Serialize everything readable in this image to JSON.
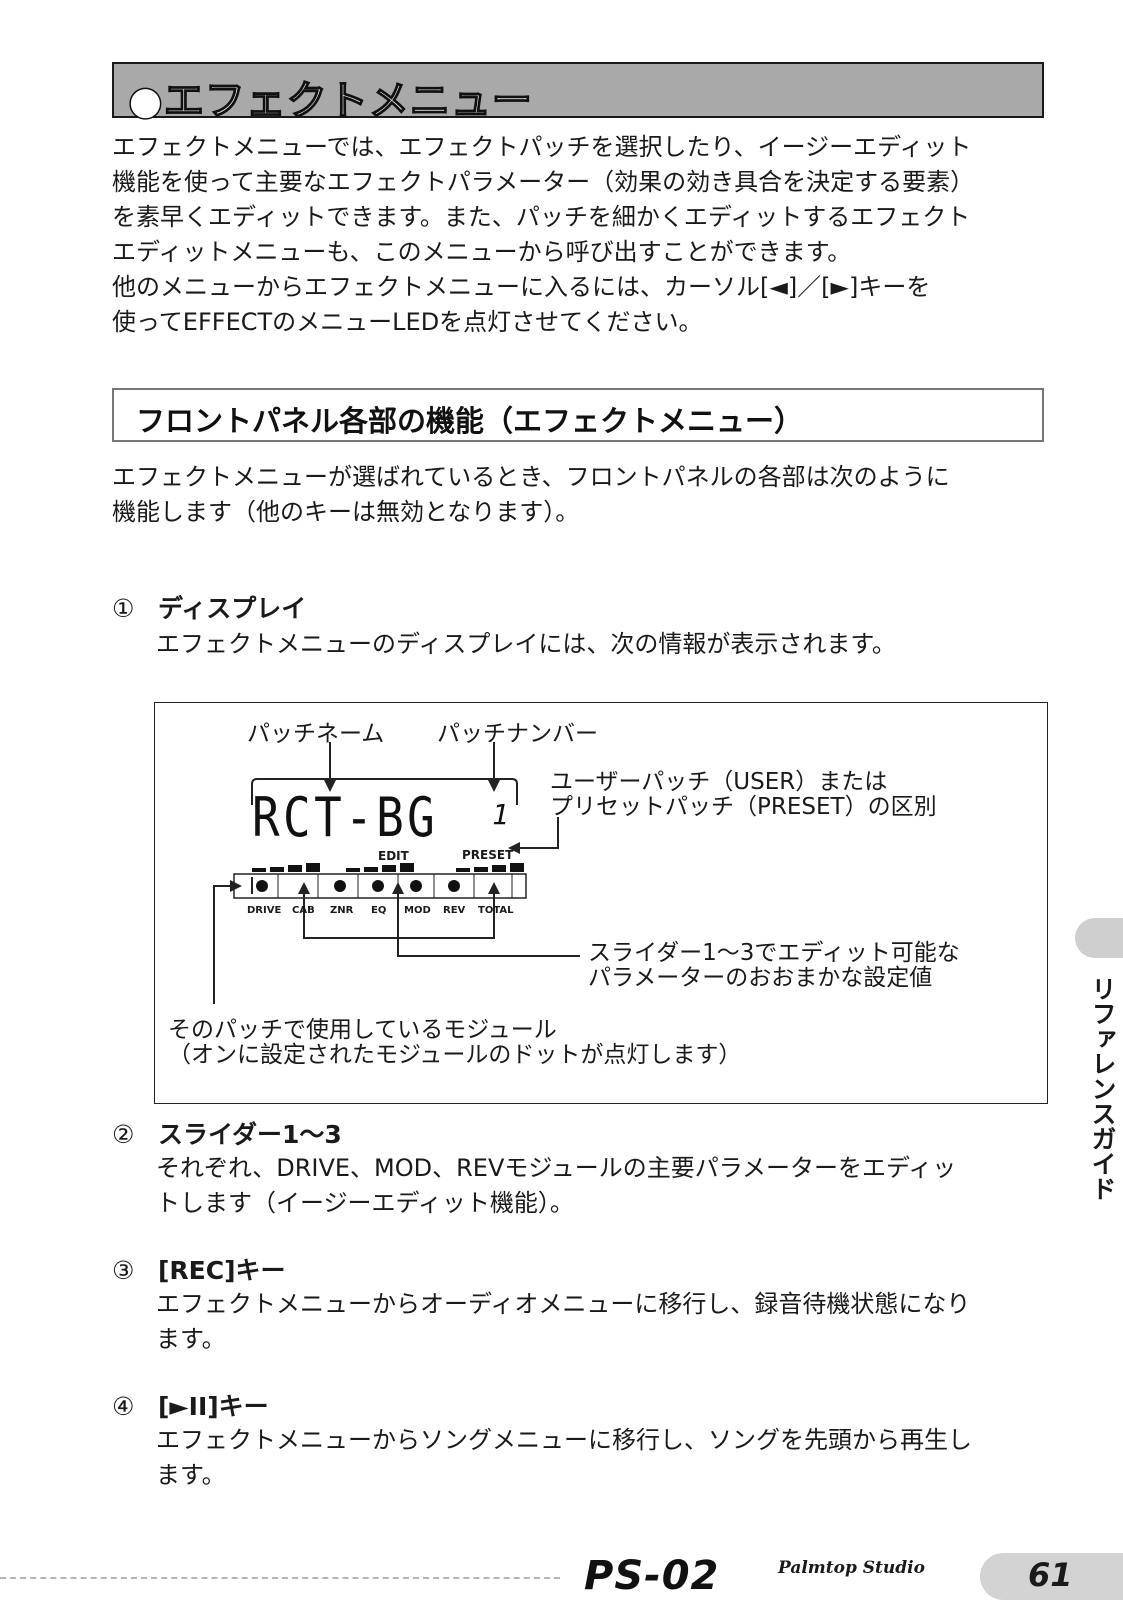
{
  "section": {
    "title": "●エフェクトメニュー"
  },
  "intro": {
    "lines": [
      "エフェクトメニューでは、エフェクトパッチを選択したり、イージーエディット",
      "機能を使って主要なエフェクトパラメーター（効果の効き具合を決定する要素）",
      "を素早くエディットできます。また、パッチを細かくエディットするエフェクト",
      "エディットメニューも、このメニューから呼び出すことができます。",
      "他のメニューからエフェクトメニューに入るには、カーソル[◄]／[►]キーを",
      "使ってEFFECTのメニューLEDを点灯させてください。"
    ]
  },
  "subsection": {
    "title": "フロントパネル各部の機能（エフェクトメニュー）",
    "lines": [
      "エフェクトメニューが選ばれているとき、フロントパネルの各部は次のように",
      "機能します（他のキーは無効となります）。"
    ]
  },
  "items": [
    {
      "num": "①",
      "title": "ディスプレイ",
      "lines": [
        "エフェクトメニューのディスプレイには、次の情報が表示されます。"
      ]
    },
    {
      "num": "②",
      "title": "スライダー1〜3",
      "lines": [
        "それぞれ、DRIVE、MOD、REVモジュールの主要パラメーターをエディッ",
        "トします（イージーエディット機能）。"
      ]
    },
    {
      "num": "③",
      "title": "[REC]キー",
      "lines": [
        "エフェクトメニューからオーディオメニューに移行し、録音待機状態になり",
        "ます。"
      ]
    },
    {
      "num": "④",
      "title": "[►II]キー",
      "lines": [
        "エフェクトメニューからソングメニューに移行し、ソングを先頭から再生し",
        "ます。"
      ]
    }
  ],
  "diagram": {
    "patch_name_label": "パッチネーム",
    "patch_number_label": "パッチナンバー",
    "user_preset_label": [
      "ユーザーパッチ（USER）または",
      "プリセットパッチ（PRESET）の区別"
    ],
    "lcd_text": "RCT-BG",
    "lcd_number": "1",
    "edit_label": "EDIT",
    "preset_label": "PRESET",
    "modules": [
      "DRIVE",
      "CAB",
      "ZNR",
      "EQ",
      "MOD",
      "REV",
      "TOTAL"
    ],
    "module_dots": [
      true,
      false,
      true,
      true,
      true,
      true,
      false
    ],
    "slider_label": [
      "スライダー1〜3でエディット可能な",
      "パラメーターのおおまかな設定値"
    ],
    "module_label": [
      "そのパッチで使用しているモジュール",
      "（オンに設定されたモジュールのドットが点灯します）"
    ]
  },
  "side_tab": {
    "text": "リファレンスガイド"
  },
  "footer": {
    "brand": "PS-02",
    "brand_sub": "Palmtop Studio",
    "page": "61"
  }
}
